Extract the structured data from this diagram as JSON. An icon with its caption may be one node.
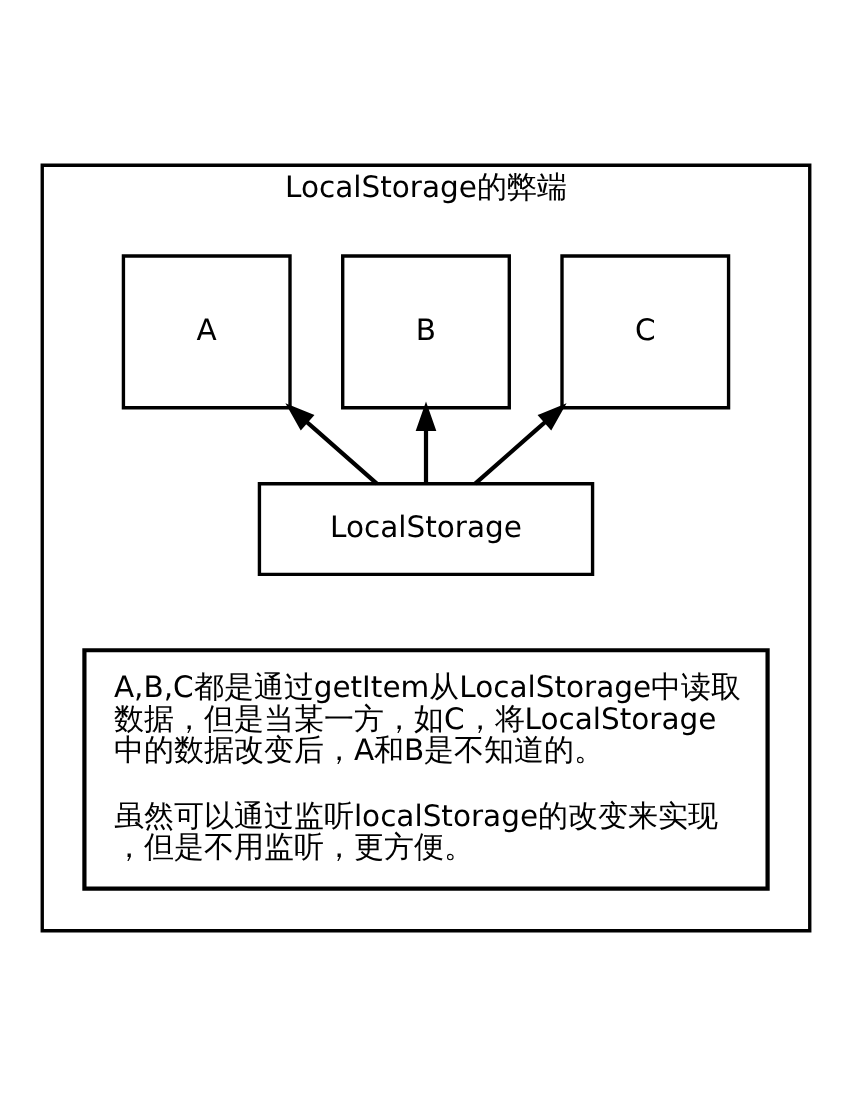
{
  "diagram": {
    "nodes": [
      {
        "text": [
          "LocalStorage的弊端"
        ]
      },
      {
        "text": [
          "A"
        ],
        "in": 0
      },
      {
        "text": [
          "B"
        ],
        "in": 0
      },
      {
        "text": [
          "C"
        ],
        "in": 0
      },
      {
        "text": [
          "LocalStorage"
        ],
        "in": 0
      },
      {
        "text": [
          "A,B,C都是通过getItem从LocalStorage中读取数据，但是当某一方，如C，将LocalStorage中的数据改变后，A和B是不知道的。",
          "虽然可以通过监听localStorage的改变来实现，但是不用监听，更方便。"
        ],
        "in": 0
      }
    ],
    "edges": [
      {
        "from": 4,
        "to": 1,
        "arrow": "to"
      },
      {
        "from": 4,
        "to": 2,
        "arrow": "to"
      },
      {
        "from": 4,
        "to": 3,
        "arrow": "to"
      }
    ]
  }
}
